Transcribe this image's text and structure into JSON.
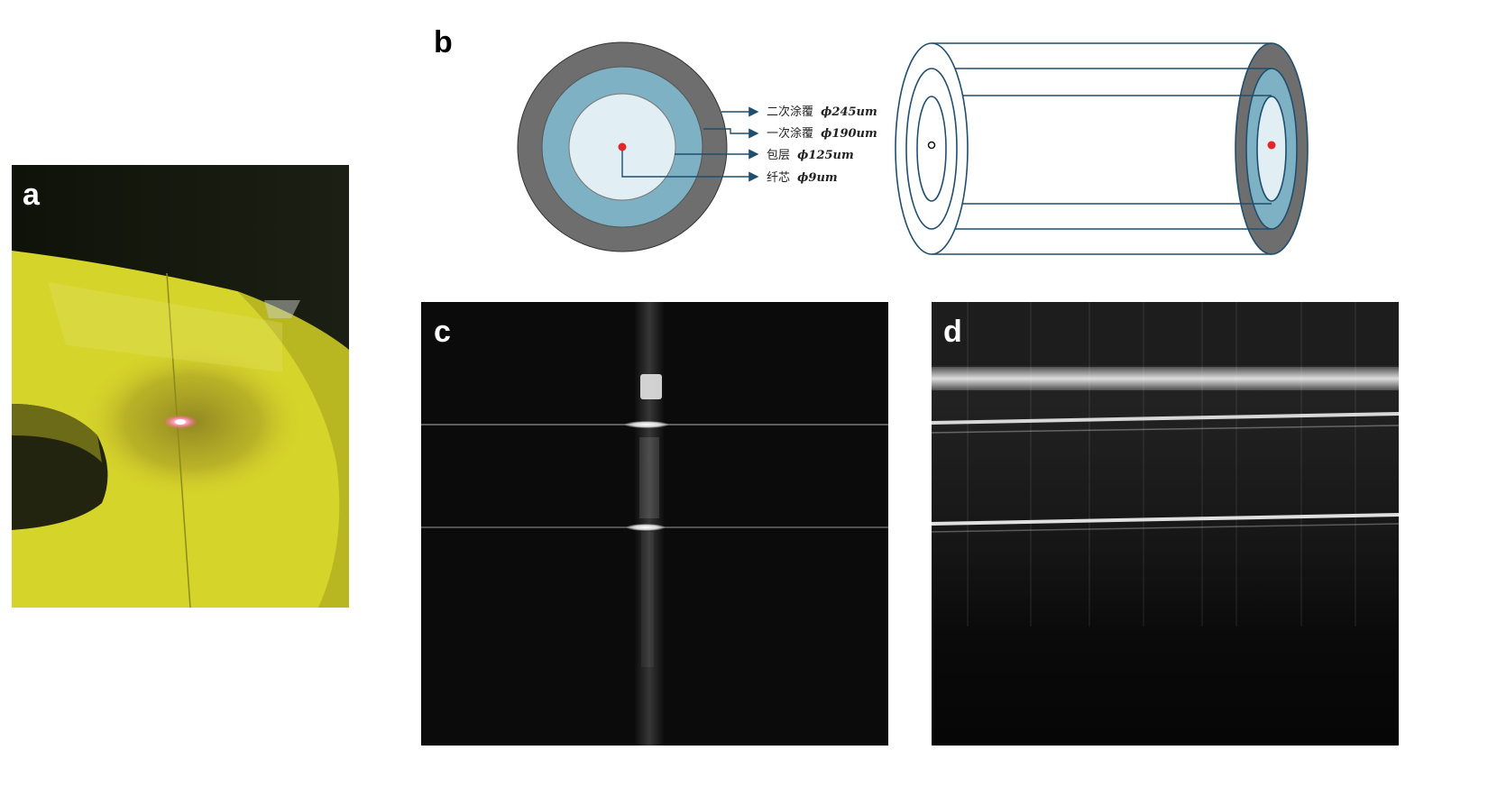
{
  "panels": {
    "a": {
      "label": "a",
      "image": "photo of yellow foam spool with optical fiber and red laser spot"
    },
    "b": {
      "label": "b",
      "cross_section": {
        "layers": [
          {
            "name": "二次涂覆",
            "diameter": "ϕ245um",
            "color": "#6e6e6e"
          },
          {
            "name": "一次涂覆",
            "diameter": "ϕ190um",
            "color": "#7fb1c4"
          },
          {
            "name": "包层",
            "diameter": "ϕ125um",
            "color": "#e1eef3"
          },
          {
            "name": "纤芯",
            "diameter": "ϕ9um",
            "color": "#e0282a"
          }
        ]
      },
      "line_color": "#1f4e6e"
    },
    "c": {
      "label": "c",
      "image": "grayscale OCT B-scan of fiber cross section"
    },
    "d": {
      "label": "d",
      "image": "grayscale OCT B-scan along fiber length"
    }
  }
}
